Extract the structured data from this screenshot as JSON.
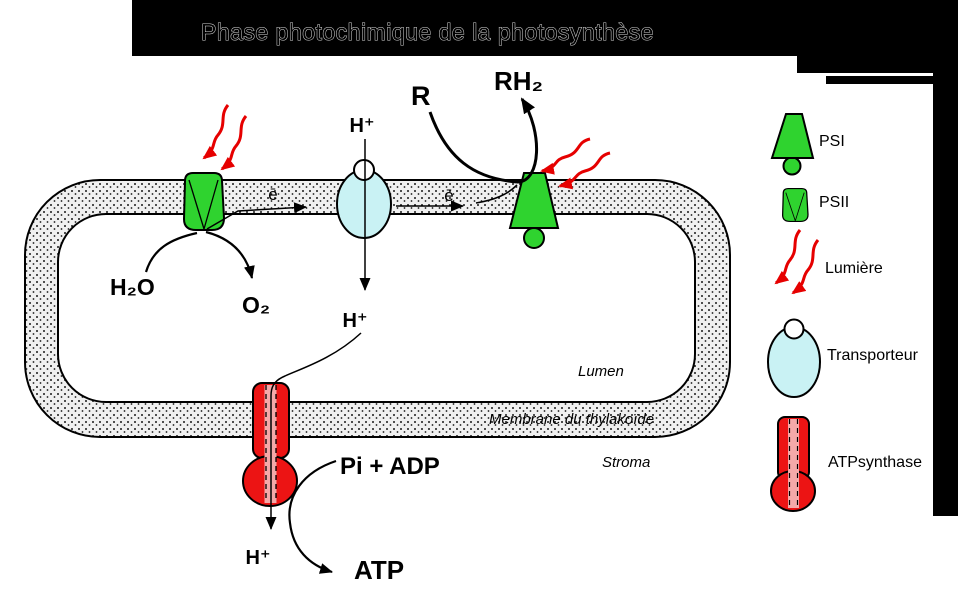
{
  "title": "Phase photochimique de la photosynthèse",
  "diagram": {
    "r": "R",
    "rh2": "RH₂",
    "h_top": "H⁺",
    "h_lumen": "H⁺",
    "h_out": "H⁺",
    "e1": "ē",
    "e2": "ē",
    "h2o": "H₂O",
    "o2": "O₂",
    "pi_adp": "Pi  + ADP",
    "atp": "ATP",
    "lumen": "Lumen",
    "membrane": "Membrane  du thylakoïde",
    "stroma": "Stroma"
  },
  "legend": {
    "items": [
      {
        "label": "PSI"
      },
      {
        "label": "PSII"
      },
      {
        "label": "Lumière"
      },
      {
        "label": "Transporteur"
      },
      {
        "label": "ATPsynthase"
      }
    ]
  },
  "colors": {
    "photosystem_green": "#2FD32F",
    "atpase_red": "#EC1414",
    "channel_pink": "#F4A9A9",
    "transporter_cyan": "#C9F2F4",
    "light_red": "#E60000",
    "background_black": "#000000"
  }
}
